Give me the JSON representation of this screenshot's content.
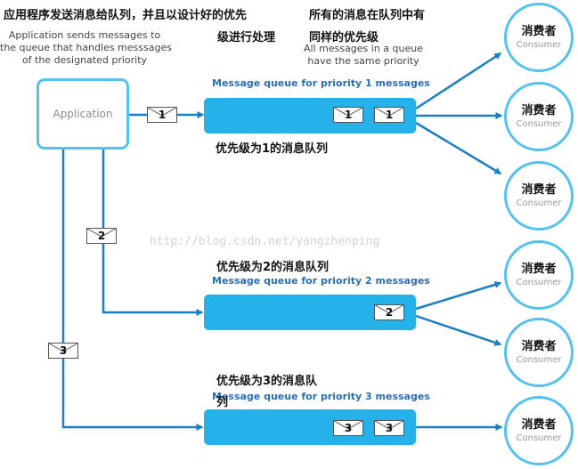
{
  "app": {
    "label": "Application",
    "caption_cn": "应用程序发送消息给队列，并且以设计好的优先",
    "caption_en_1": "Application sends messages to",
    "caption_en_2": "the queue that handles messsages",
    "caption_en_3": "of the designated priority"
  },
  "note": {
    "cn_cont": "级进行处理",
    "cn_1": "所有的消息在队列中有",
    "cn_2": "同样的优先级",
    "en_1": "All messages in a queue",
    "en_2": "have the same priority"
  },
  "watermark": "http://blog.csdn.net/yangzhenping",
  "queues": [
    {
      "label_en": "Message queue for priority 1 messages",
      "label_cn": "优先级为1的消息队列",
      "label_cn_2": "",
      "priority": "1"
    },
    {
      "label_en": "Message queue for priority 2 messages",
      "label_cn": "优先级为2的消息队列",
      "label_cn_2": "",
      "priority": "2"
    },
    {
      "label_en": "Message queue for priority 3 messages",
      "label_cn": "优先级为3的消息队",
      "label_cn_2": "列",
      "priority": "3"
    }
  ],
  "consumers": [
    {
      "label_cn": "消费者",
      "label_en": "Consumer"
    },
    {
      "label_cn": "消费者",
      "label_en": "Consumer"
    },
    {
      "label_cn": "消费者",
      "label_en": "Consumer"
    },
    {
      "label_cn": "消费者",
      "label_en": "Consumer"
    },
    {
      "label_cn": "消费者",
      "label_en": "Consumer"
    },
    {
      "label_cn": "消费者",
      "label_en": "Consumer"
    }
  ],
  "colors": {
    "queue": "#25b1ea",
    "arrow": "#1a7fc1",
    "border": "#55c1ee"
  }
}
